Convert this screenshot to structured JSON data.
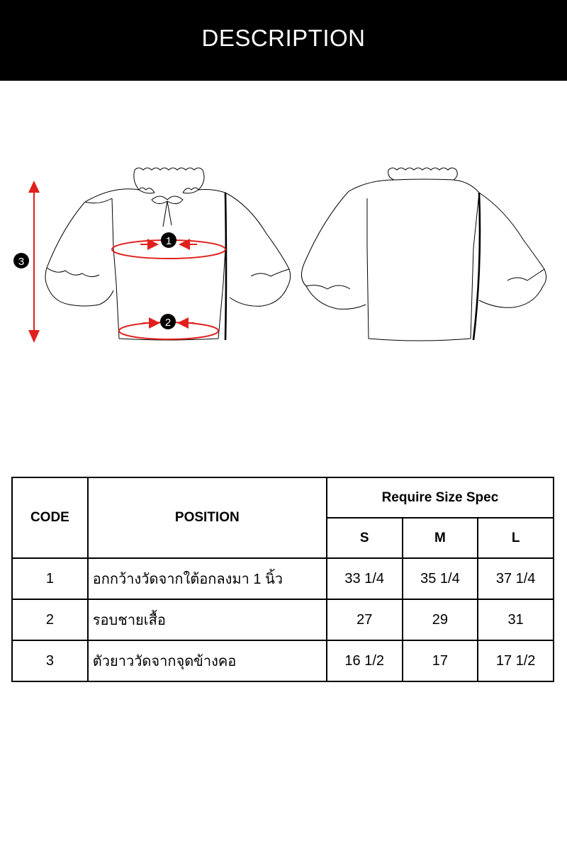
{
  "header": {
    "title": "DESCRIPTION"
  },
  "markers": [
    "1",
    "2",
    "3"
  ],
  "colors": {
    "accent": "#e0201c",
    "header_bg": "#000000"
  },
  "table": {
    "col_code": "CODE",
    "col_position": "POSITION",
    "col_spec": "Require Size Spec",
    "sizes": [
      "S",
      "M",
      "L"
    ],
    "rows": [
      {
        "code": "1",
        "position": "อกกว้างวัดจากใต้อกลงมา 1 นิ้ว",
        "values": [
          "33 1/4",
          "35 1/4",
          "37 1/4"
        ]
      },
      {
        "code": "2",
        "position": "รอบชายเสื้อ",
        "values": [
          "27",
          "29",
          "31"
        ]
      },
      {
        "code": "3",
        "position": "ตัวยาววัดจากจุดข้างคอ",
        "values": [
          "16 1/2",
          "17",
          "17 1/2"
        ]
      }
    ]
  }
}
